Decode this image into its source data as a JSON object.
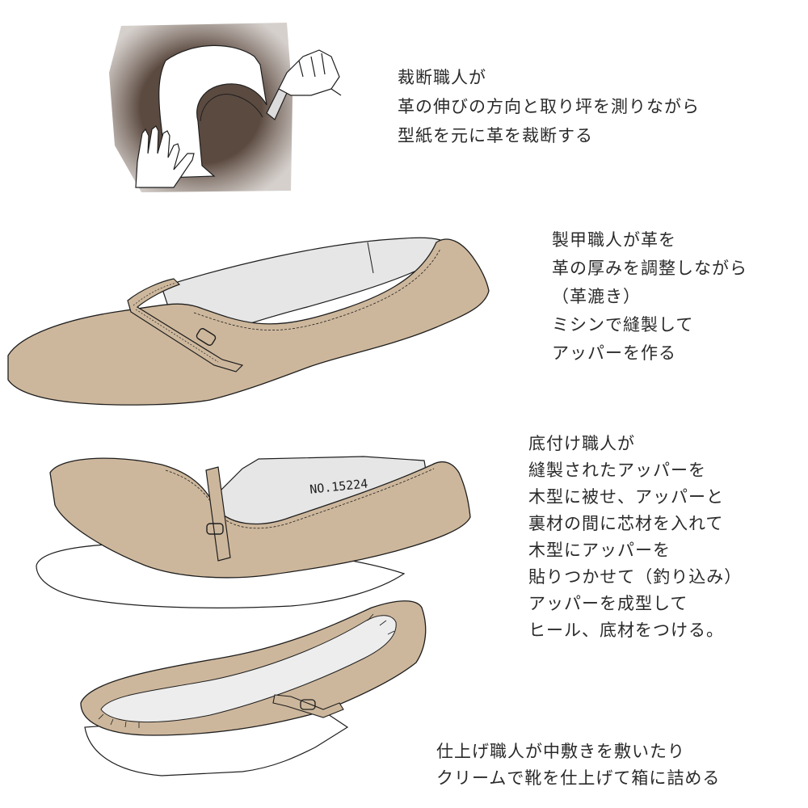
{
  "steps": [
    {
      "lines": [
        "裁断職人が",
        "革の伸びの方向と取り坪を測りながら",
        "型紙を元に革を裁断する"
      ]
    },
    {
      "lines": [
        "製甲職人が革を",
        "革の厚みを調整しながら",
        "（革漉き）",
        "ミシンで縫製して",
        "アッパーを作る"
      ]
    },
    {
      "lines": [
        "底付け職人が",
        "縫製されたアッパーを",
        "木型に被せ、アッパーと",
        "裏材の間に芯材を入れて",
        "木型にアッパーを",
        "貼りつかせて（釣り込み）",
        "アッパーを成型して",
        "ヒール、底材をつける。"
      ]
    },
    {
      "lines": [
        "仕上げ職人が中敷きを敷いたり",
        "クリームで靴を仕上げて箱に詰める"
      ]
    }
  ],
  "last_label": "NO.15224",
  "colors": {
    "leather": "#cdb79c",
    "leather_dark": "#b59e82",
    "cutting_mat": "#5b4a40",
    "lining": "#e6e6e6",
    "ink": "#1e1e1e"
  }
}
